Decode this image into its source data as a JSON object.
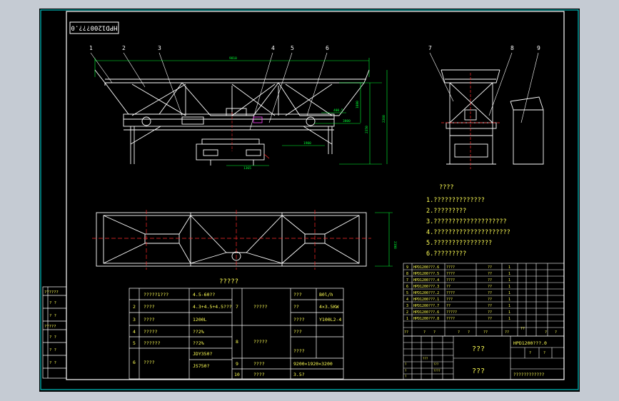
{
  "drawing_code": "HPD1200???.0",
  "callouts": [
    "1",
    "2",
    "3",
    "4",
    "5",
    "6",
    "7",
    "8",
    "9"
  ],
  "dims": {
    "overall_length": "9810",
    "right_height_1": "2260",
    "right_height_2": "2350",
    "right_height_3": "1880",
    "mid_1": "400,5",
    "mid_2": "3800",
    "belt_len": "1900",
    "base_width": "1365",
    "plan_width": "2190"
  },
  "tech_req": {
    "title": "????",
    "lines": [
      "1.??????????????",
      "2.?????????",
      "3.????????????????????",
      "4.?????????????????????",
      "5.????????????????",
      "6.?????????"
    ]
  },
  "param_table": {
    "title": "?????",
    "left_rows": [
      [
        "",
        "?????1???",
        "4.5-60??"
      ],
      [
        "2",
        "????",
        "4.3+4.5+4.5???"
      ],
      [
        "3",
        "????",
        "1200L"
      ],
      [
        "4",
        "?????",
        "??2%"
      ],
      [
        "5",
        "??????",
        "??2%"
      ],
      [
        "6",
        "????",
        "JDY350?"
      ],
      [
        "",
        "",
        "JS750?"
      ]
    ],
    "right_rows": [
      [
        "7",
        "?????",
        "???",
        "B0l/h"
      ],
      [
        "",
        "",
        "??",
        "4×3.5KW"
      ],
      [
        "",
        "",
        "????",
        "Y100L2-4"
      ],
      [
        "8",
        "?????",
        "???",
        ""
      ],
      [
        "",
        "",
        "????",
        ""
      ],
      [
        "9",
        "????",
        "9200×1920×3200",
        ""
      ],
      [
        "10",
        "????",
        "3.5?",
        ""
      ]
    ]
  },
  "bom_rows": [
    [
      "9",
      "HPD1200???.6",
      "????",
      "??",
      "1"
    ],
    [
      "8",
      "HPD1200???.5",
      "????",
      "??",
      "1"
    ],
    [
      "7",
      "HPD1200???.4",
      "????",
      "??",
      "1"
    ],
    [
      "6",
      "HPD1200???.3",
      "??",
      "??",
      "1"
    ],
    [
      "5",
      "HPD1200???.2",
      "????",
      "??",
      "1"
    ],
    [
      "4",
      "HPD1200???.1",
      "???",
      "??",
      "1"
    ],
    [
      "3",
      "HPD1200???.7",
      "??",
      "??",
      "1"
    ],
    [
      "2",
      "HPD1200???.6",
      "?????",
      "??",
      "1"
    ],
    [
      "1",
      "HPD1200???.8",
      "????",
      "??",
      "1"
    ]
  ],
  "bom_header": [
    "??",
    "?",
    "?",
    "?",
    "?",
    "??",
    "??",
    "??",
    "?",
    "?"
  ],
  "title_block": {
    "name": "???",
    "code": "HPD1200???.0",
    "company": "???",
    "footer": "????????????",
    "small": [
      "???",
      "?",
      "?",
      "???",
      "?",
      "????",
      "?",
      "?"
    ]
  },
  "left_strip": [
    "??????",
    "?  ?",
    "?  ?",
    "?????",
    "?  ?",
    "?  ?",
    "?  ?"
  ],
  "colors": {
    "frame": "#00e5e5",
    "line": "#ffffff",
    "dim": "#00ff33",
    "centerline": "#ff2a2a",
    "text": "#ffff55",
    "accent": "#ff40ff"
  }
}
